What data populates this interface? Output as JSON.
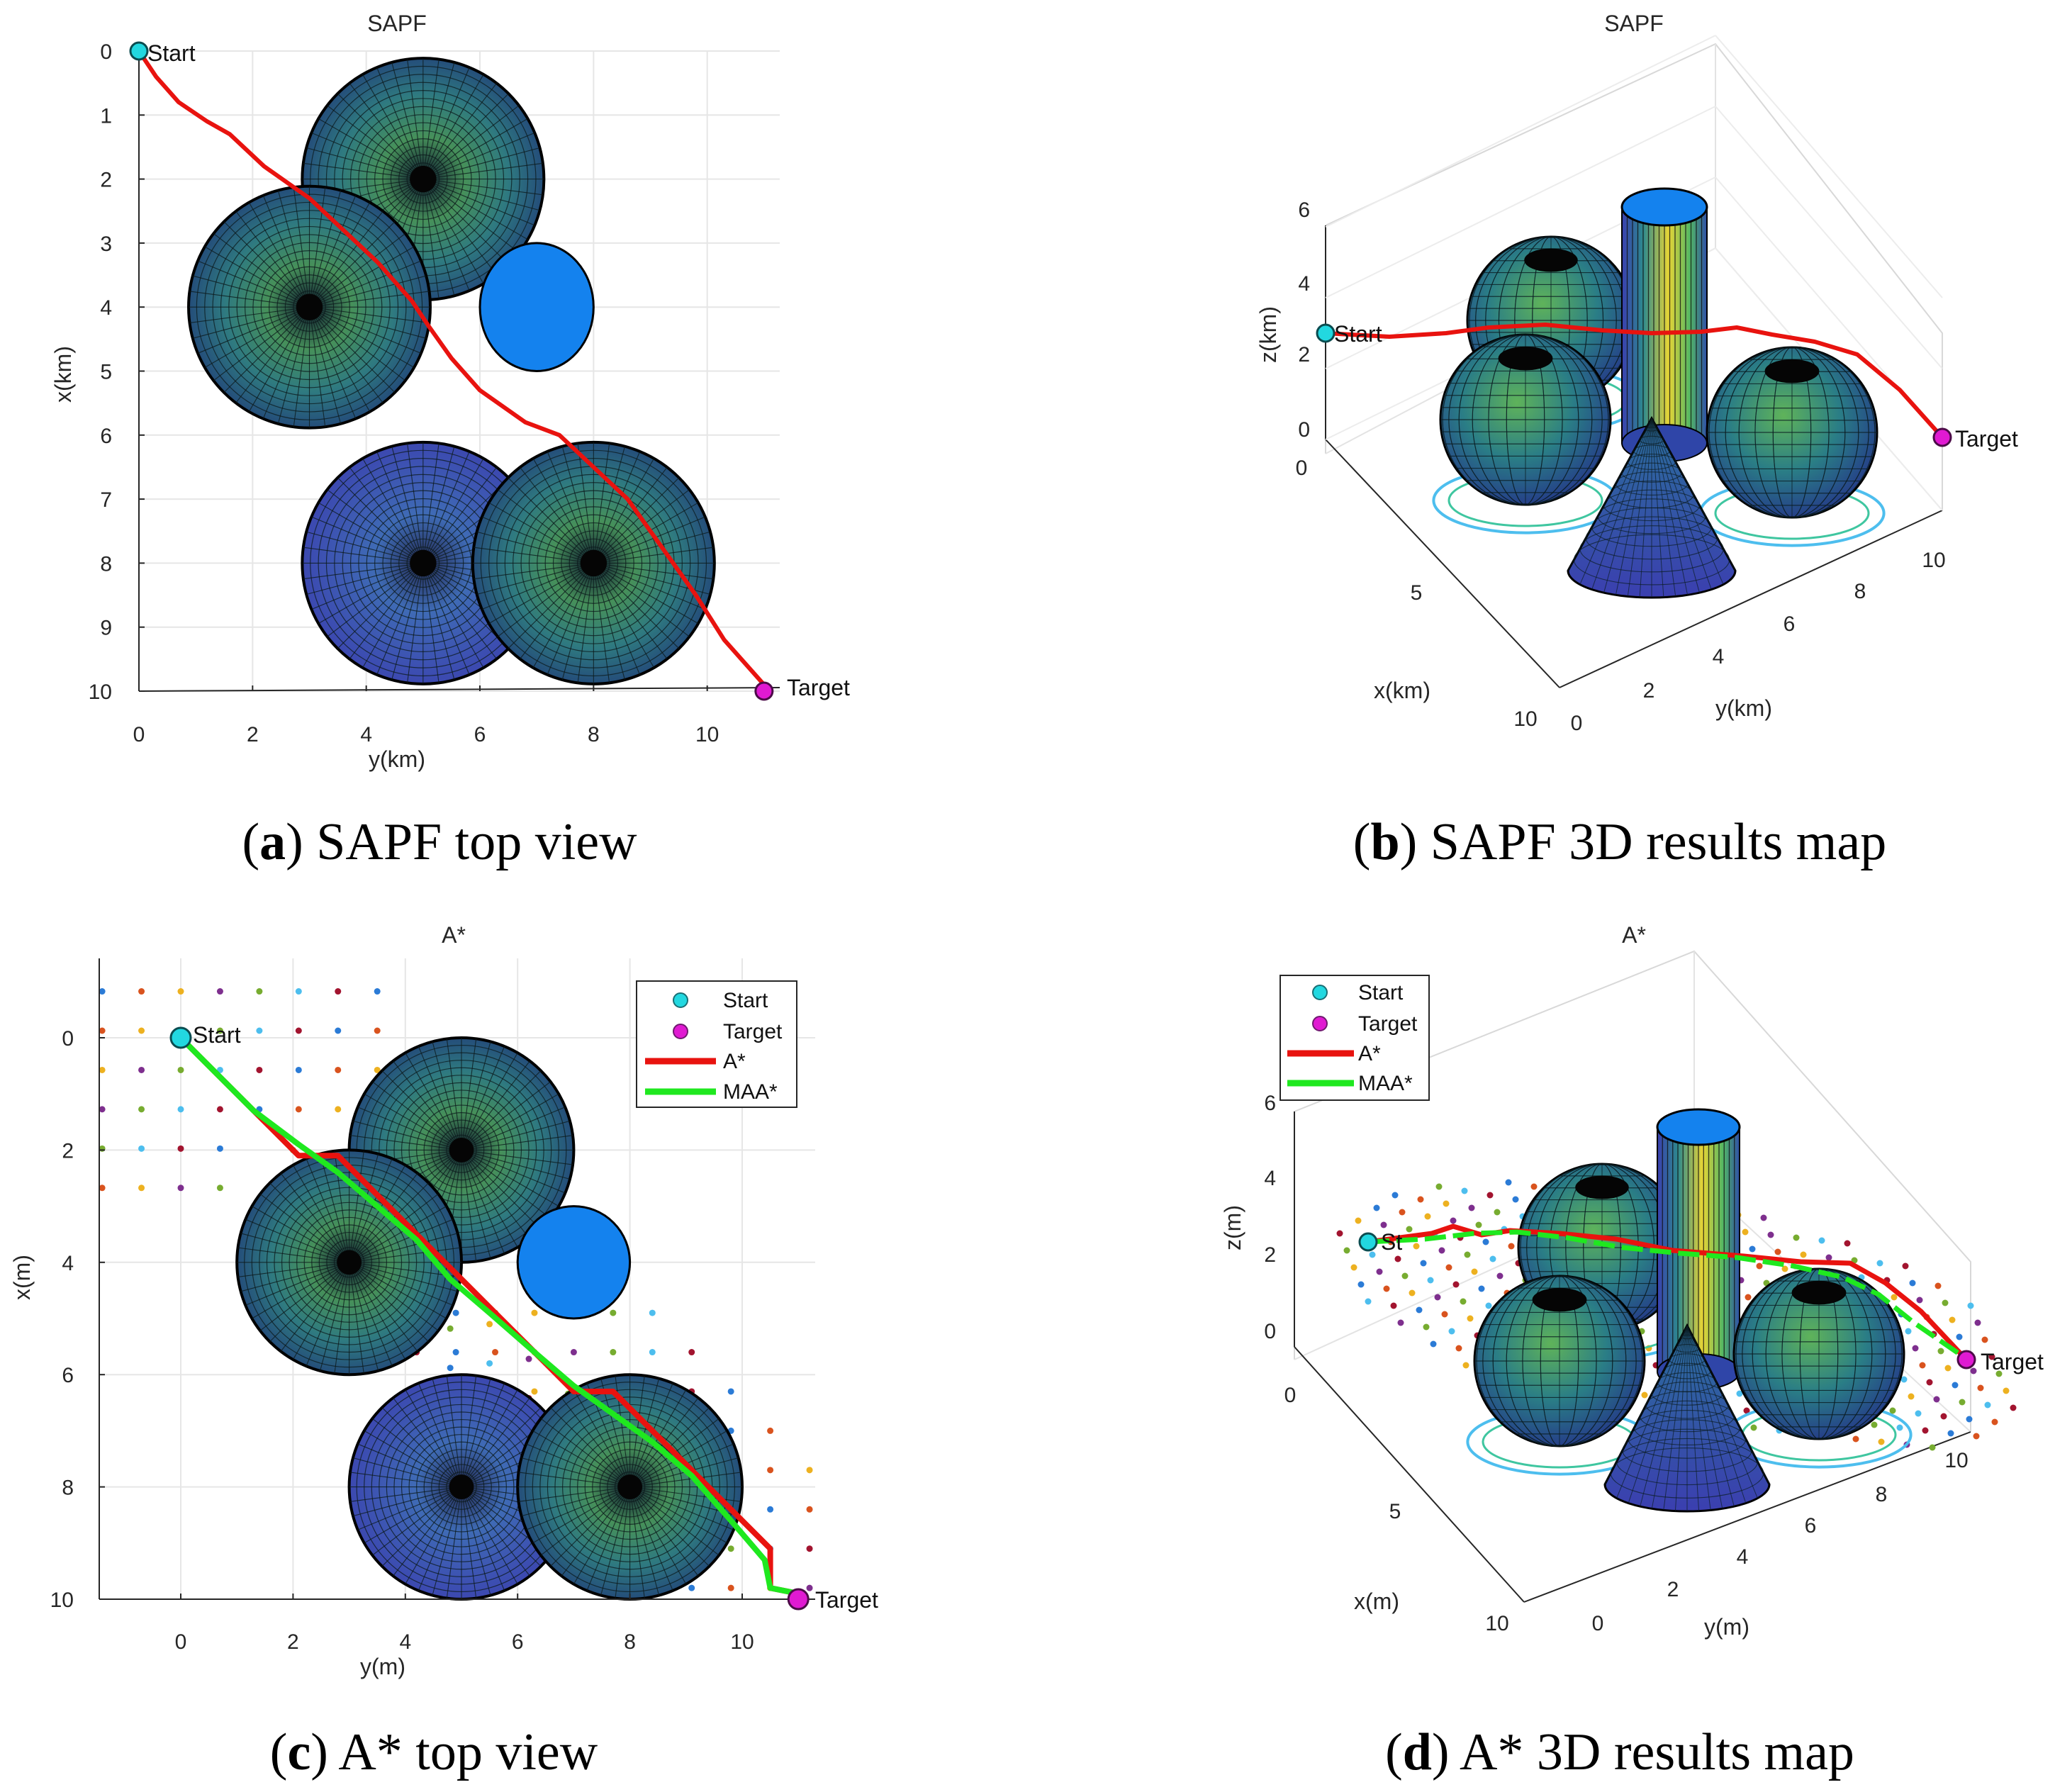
{
  "colors": {
    "red_path": "#e8130f",
    "green_path": "#1fe81f",
    "start_marker": "#22d8e0",
    "target_marker": "#e01ad2",
    "blue_disc": "#1482ee",
    "sphere_outer": "#2d6e8e",
    "sphere_inner": "#4a9a55",
    "sphere_blue_outer": "#2d5fb0",
    "sphere_blue_inner": "#4363b8"
  },
  "panels": {
    "a": {
      "title": "SAPF",
      "xlabel": "y(km)",
      "ylabel": "x(km)",
      "caption_letter": "a",
      "caption_text": " SAPF top view",
      "start_label": "Start",
      "target_label": "Target",
      "xticks": [
        "0",
        "2",
        "4",
        "6",
        "8",
        "10"
      ],
      "yticks": [
        "0",
        "1",
        "2",
        "3",
        "4",
        "5",
        "6",
        "7",
        "8",
        "9",
        "10"
      ]
    },
    "b": {
      "title": "SAPF",
      "xlabel": "x(km)",
      "ylabel": "y(km)",
      "zlabel": "z(km)",
      "caption_letter": "b",
      "caption_text": " SAPF 3D results map",
      "start_label": "Start",
      "target_label": "Target",
      "zticks": [
        "0",
        "2",
        "4",
        "6"
      ],
      "xticks": [
        "0",
        "5",
        "10"
      ],
      "yticks": [
        "0",
        "2",
        "4",
        "6",
        "8",
        "10"
      ]
    },
    "c": {
      "title": "A*",
      "xlabel": "y(m)",
      "ylabel": "x(m)",
      "caption_letter": "c",
      "caption_text": " A* top view",
      "start_label": "Start",
      "target_label": "Target",
      "xticks": [
        "0",
        "2",
        "4",
        "6",
        "8",
        "10"
      ],
      "yticks": [
        "0",
        "2",
        "4",
        "6",
        "8",
        "10"
      ],
      "legend": [
        "Start",
        "Target",
        "A*",
        "MAA*"
      ]
    },
    "d": {
      "title": "A*",
      "xlabel": "x(m)",
      "ylabel": "y(m)",
      "zlabel": "z(m)",
      "caption_letter": "d",
      "caption_text": " A* 3D results map",
      "start_label": "St",
      "target_label": "Target",
      "zticks": [
        "0",
        "2",
        "4",
        "6"
      ],
      "xticks": [
        "0",
        "5",
        "10"
      ],
      "yticks": [
        "0",
        "2",
        "4",
        "6",
        "8",
        "10"
      ],
      "legend": [
        "Start",
        "Target",
        "A*",
        "MAA*"
      ]
    }
  },
  "chart_data": [
    {
      "type": "line",
      "title": "SAPF",
      "xlabel": "y(km)",
      "ylabel": "x(km)",
      "xlim": [
        0,
        11
      ],
      "ylim": [
        0,
        10
      ],
      "y_axis_reversed": true,
      "grid": true,
      "obstacles_top_view": [
        {
          "shape": "sphere",
          "center_y": 5,
          "center_x": 2,
          "radius": 2
        },
        {
          "shape": "sphere",
          "center_y": 3,
          "center_x": 4,
          "radius": 2
        },
        {
          "shape": "cylinder",
          "center_y": 7,
          "center_x": 4,
          "radius": 1
        },
        {
          "shape": "cone",
          "center_y": 5,
          "center_x": 8,
          "radius": 2
        },
        {
          "shape": "sphere",
          "center_y": 8,
          "center_x": 8,
          "radius": 2
        }
      ],
      "series": [
        {
          "y": [
            0,
            0.3,
            0.7,
            1.2,
            1.6,
            2.2,
            3.0,
            3.6,
            4.2,
            4.8,
            5.1,
            5.5,
            6.0,
            6.8,
            7.4,
            8.0,
            8.6,
            9.0,
            9.4,
            9.8,
            10.3,
            11.0
          ],
          "x": [
            0,
            0.4,
            0.8,
            1.1,
            1.3,
            1.8,
            2.3,
            2.8,
            3.3,
            3.9,
            4.3,
            4.8,
            5.3,
            5.8,
            6.0,
            6.5,
            7.0,
            7.5,
            8.0,
            8.5,
            9.2,
            9.9
          ]
        }
      ],
      "start": {
        "y": 0,
        "x": 0
      },
      "target": {
        "y": 11,
        "x": 10
      }
    },
    {
      "type": "line",
      "title": "SAPF",
      "projection": "3d",
      "xlabel": "x(km)",
      "ylabel": "y(km)",
      "zlabel": "z(km)",
      "xlim": [
        0,
        10
      ],
      "ylim": [
        0,
        11
      ],
      "zlim": [
        0,
        6
      ],
      "grid": true,
      "start": {
        "x": 0,
        "y": 0,
        "z": 2.5
      },
      "target": {
        "x": 10,
        "y": 11,
        "z": 2.5
      }
    },
    {
      "type": "line",
      "title": "A*",
      "xlabel": "y(m)",
      "ylabel": "x(m)",
      "xlim": [
        -1.5,
        11.5
      ],
      "ylim": [
        -1.2,
        10
      ],
      "y_axis_reversed": true,
      "grid": true,
      "legend_position": "top-right",
      "series": [
        {
          "name": "A*",
          "y": [
            0,
            0.7,
            1.4,
            2.1,
            2.8,
            3.5,
            4.2,
            4.9,
            5.6,
            6.3,
            7.0,
            7.7,
            8.4,
            9.1,
            9.8,
            10.5,
            10.5,
            11.0
          ],
          "x": [
            0,
            0.7,
            1.4,
            2.1,
            2.1,
            2.8,
            3.5,
            4.2,
            4.9,
            5.6,
            6.3,
            6.3,
            7.0,
            7.7,
            8.4,
            9.1,
            9.8,
            9.9
          ]
        },
        {
          "name": "MAA*",
          "y": [
            0,
            0.6,
            1.3,
            2.1,
            2.8,
            3.5,
            4.2,
            4.8,
            5.5,
            6.3,
            7.0,
            7.7,
            8.4,
            9.1,
            9.8,
            10.4,
            10.5,
            11.0
          ],
          "x": [
            0,
            0.6,
            1.3,
            1.9,
            2.4,
            3.0,
            3.6,
            4.3,
            4.9,
            5.6,
            6.2,
            6.7,
            7.2,
            7.8,
            8.6,
            9.3,
            9.8,
            9.9
          ]
        }
      ],
      "start": {
        "y": 0,
        "x": 0
      },
      "target": {
        "y": 11,
        "x": 10
      }
    },
    {
      "type": "line",
      "title": "A*",
      "projection": "3d",
      "xlabel": "x(m)",
      "ylabel": "y(m)",
      "zlabel": "z(m)",
      "xlim": [
        0,
        10
      ],
      "ylim": [
        0,
        11
      ],
      "zlim": [
        0,
        6
      ],
      "grid": true,
      "legend_position": "top-left",
      "series": [
        {
          "name": "A*"
        },
        {
          "name": "MAA*"
        }
      ],
      "start": {
        "x": 0,
        "y": 0,
        "z": 2.5
      },
      "target": {
        "x": 10,
        "y": 11,
        "z": 2.5
      }
    }
  ]
}
